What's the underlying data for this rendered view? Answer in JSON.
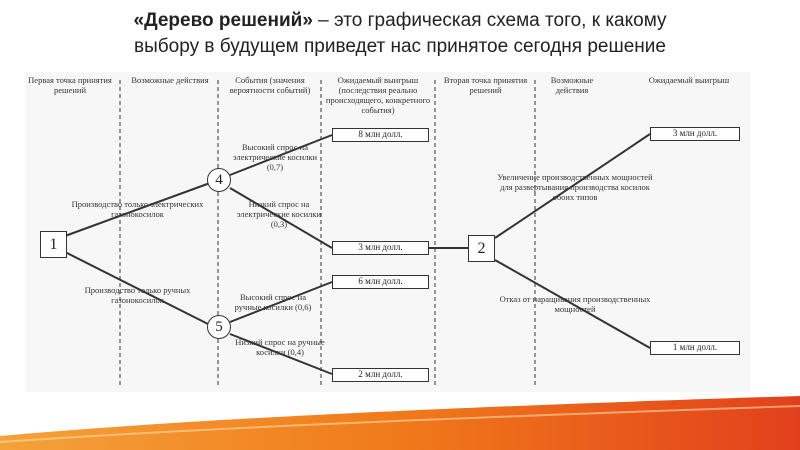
{
  "slide": {
    "title_bold": "«Дерево решений»",
    "title_rest_line1": " – это графическая схема того, к какому",
    "title_line2": "выбору в будущем приведет нас принятое сегодня решение"
  },
  "diagram": {
    "headers": {
      "col1": "Первая точка принятия решений",
      "col2": "Возможные действия",
      "col3": "События (значения вероятности событий)",
      "col4": "Ожидаемый выигрыш (последствия реально происходящего, конкретного события)",
      "col5": "Вторая точка принятия решений",
      "col6": "Возможные действия",
      "col7": "Ожидаемый выигрыш"
    },
    "nodes": {
      "decision1": "1",
      "chance4": "4",
      "chance5": "5",
      "decision2": "2"
    },
    "branches": {
      "electric": "Производство только электрических газонокосилок",
      "manual": "Производство только ручных газонокосилок",
      "high_electric": "Высокий спрос на электрические косилки (0,7)",
      "low_electric": "Низкий спрос на электрические косилки (0,3)",
      "high_manual": "Высокий спрос на ручные косилки (0,6)",
      "low_manual": "Низкий спрос на ручные косилки (0,4)",
      "expand": "Увеличение производственных мощностей для развертывания производства косилок обоих типов",
      "refuse": "Отказ от наращивания производственных мощностей"
    },
    "payoffs": {
      "p8": "8 млн долл.",
      "p3a": "3 млн долл.",
      "p6": "6 млн долл.",
      "p2": "2 млн долл.",
      "p3b": "3 млн долл.",
      "p1": "1 млн долл."
    }
  },
  "colors": {
    "wave_orange": "#f07a1a",
    "wave_red": "#e2401c",
    "line": "#333333"
  }
}
